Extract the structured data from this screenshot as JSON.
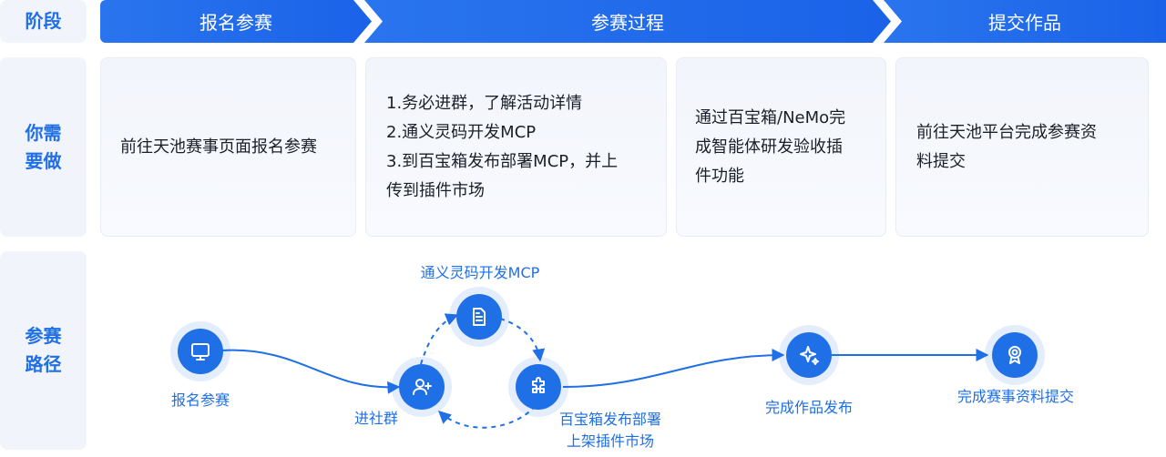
{
  "rows": {
    "stage": "阶段",
    "todo": "你需\n要做",
    "path": "参赛\n路径"
  },
  "stages": [
    "报名参赛",
    "参赛过程",
    "提交作品"
  ],
  "cards": [
    "前往天池赛事页面报名参赛",
    "1.务必进群，了解活动详情\n2.通义灵码开发MCP\n3.到百宝箱发布部署MCP，并上\n传到插件市场",
    "通过百宝箱/NeMo完\n成智能体研发验收插\n件功能",
    "前往天池平台完成参赛资\n料提交"
  ],
  "path_nodes": [
    {
      "icon": "monitor-icon",
      "label": "报名参赛"
    },
    {
      "icon": "add-user-icon",
      "label": "进社群"
    },
    {
      "icon": "document-icon",
      "label": "通义灵码开发MCP"
    },
    {
      "icon": "puzzle-icon",
      "label": "百宝箱发布部署\n上架插件市场"
    },
    {
      "icon": "sparkle-icon",
      "label": "完成作品发布"
    },
    {
      "icon": "award-icon",
      "label": "完成赛事资料提交"
    }
  ],
  "colors": {
    "accent": "#1f6fe6",
    "panel": "#f1f4fb"
  }
}
